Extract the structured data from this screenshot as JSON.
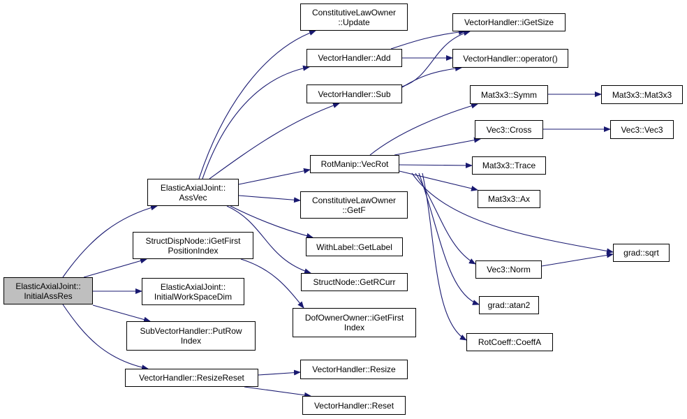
{
  "colors": {
    "edge": "#191970",
    "node_border": "#000000",
    "root_fill": "#bfbfbf",
    "node_fill": "#ffffff"
  },
  "nodes": {
    "root": "ElasticAxialJoint::\nInitialAssRes",
    "assvec": "ElasticAxialJoint::\nAssVec",
    "structdisp": "StructDispNode::iGetFirst\nPositionIndex",
    "initws": "ElasticAxialJoint::\nInitialWorkSpaceDim",
    "subvec": "SubVectorHandler::PutRow\nIndex",
    "resizereset": "VectorHandler::ResizeReset",
    "clo_update": "ConstitutiveLawOwner\n::Update",
    "vh_add": "VectorHandler::Add",
    "vh_sub": "VectorHandler::Sub",
    "vecrot": "RotManip::VecRot",
    "clo_getf": "ConstitutiveLawOwner\n::GetF",
    "getlabel": "WithLabel::GetLabel",
    "getrcurr": "StructNode::GetRCurr",
    "dofowner": "DofOwnerOwner::iGetFirst\nIndex",
    "vh_resize": "VectorHandler::Resize",
    "vh_reset": "VectorHandler::Reset",
    "vh_igetsize": "VectorHandler::iGetSize",
    "vh_op": "VectorHandler::operator()",
    "symm": "Mat3x3::Symm",
    "cross": "Vec3::Cross",
    "trace": "Mat3x3::Trace",
    "ax": "Mat3x3::Ax",
    "norm": "Vec3::Norm",
    "atan2": "grad::atan2",
    "coeffa": "RotCoeff::CoeffA",
    "mat3x3": "Mat3x3::Mat3x3",
    "vec3": "Vec3::Vec3",
    "sqrt": "grad::sqrt"
  }
}
